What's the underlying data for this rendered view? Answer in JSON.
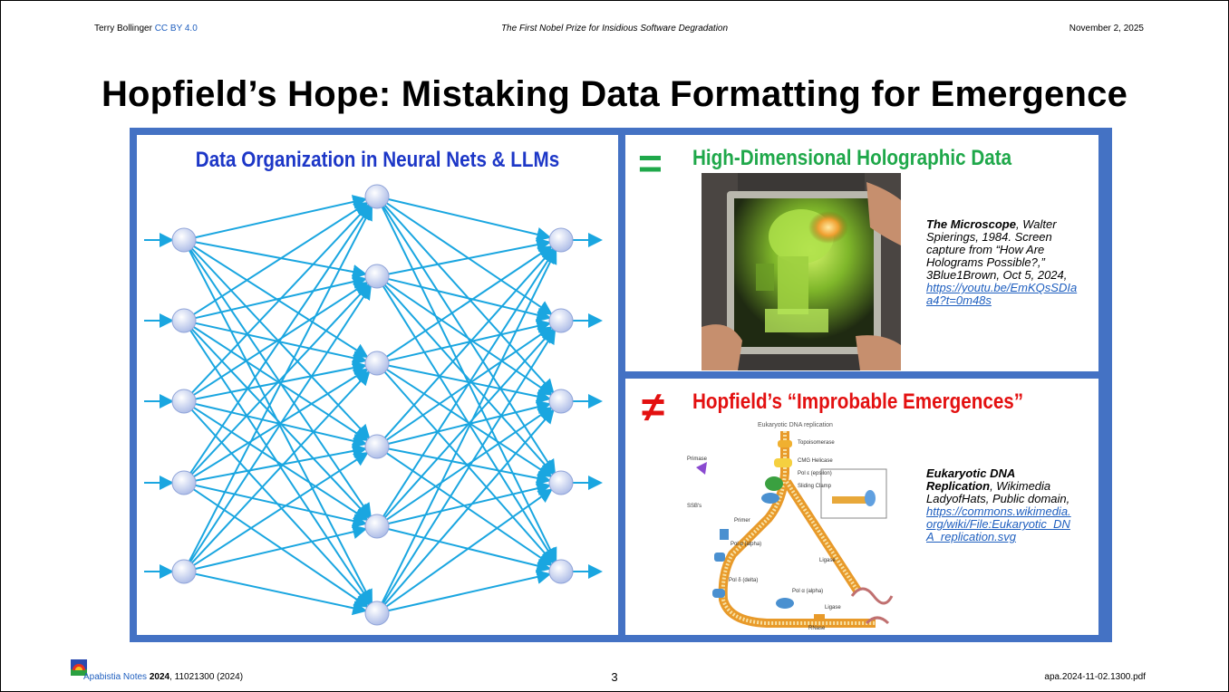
{
  "header": {
    "author": "Terry Bollinger",
    "license": "CC BY 4.0",
    "series_title": "The First Nobel Prize for Insidious Software Degradation",
    "date": "November 2, 2025"
  },
  "title": "Hopfield’s Hope: Mistaking Data Formatting for Emergence",
  "left_panel": {
    "title": "Data Organization in Neural Nets & LLMs"
  },
  "top_right_panel": {
    "symbol": "=",
    "title": "High-Dimensional Holographic Data",
    "caption_title": "The Microscope",
    "caption_text": ", Walter Spierings, 1984. Screen capture from “How Are Holograms Possible?,” 3Blue1Brown, Oct 5, 2024,",
    "caption_url": "https://youtu.be/EmKQsSDIaa4?t=0m48s"
  },
  "bottom_right_panel": {
    "symbol": "≠",
    "title": "Hopfield’s “Improbable Emergences”",
    "caption_title": "Eukaryotic DNA Replication",
    "caption_text": ", Wikimedia LadyofHats, Public domain,",
    "caption_url": "https://commons.wikimedia.org/wiki/File:Eukaryotic_DNA_replication.svg",
    "figure_title": "Eukaryotic DNA replication",
    "figure_labels": [
      "Topoisomerase",
      "CMG Helicase",
      "Pol ε (epsilon)",
      "Sliding Clamp",
      "Primase",
      "SSB's",
      "Primer",
      "Pol α (alpha)",
      "Ligase",
      "Pol δ (delta)",
      "Pol α (alpha)",
      "Ligase",
      "RNase"
    ]
  },
  "footer": {
    "publication": "Apabistia Notes",
    "year": "2024",
    "id": ", 11021300 (2024)",
    "page_number": "3",
    "filename": "apa.2024-11-02.1300.pdf"
  },
  "colors": {
    "frame": "#4472c4",
    "nn_title": "#1d37c7",
    "equal_green": "#1fa84a",
    "not_equal_red": "#e31010",
    "edges": "#1aa6e0"
  }
}
